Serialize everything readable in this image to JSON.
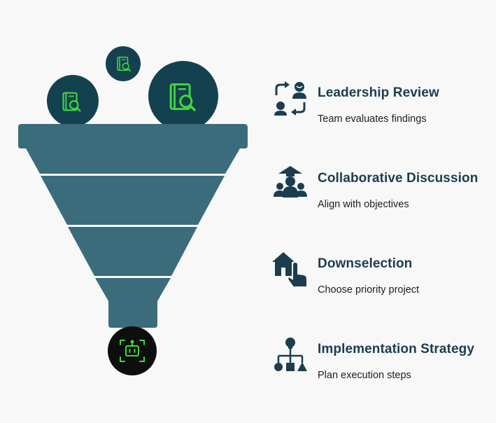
{
  "colors": {
    "funnel": "#3b6c7c",
    "circle": "#14414f",
    "icon_green": "#3ed93e",
    "dark_circle": "#0e0e0e",
    "text_dark": "#1b3d4f"
  },
  "top_icons": [
    "book-search-icon",
    "book-search-icon",
    "book-search-icon"
  ],
  "bottom_icon": "robot-icon",
  "steps": [
    {
      "title": "Leadership Review",
      "description": "Team evaluates findings",
      "icon": "people-exchange-icon"
    },
    {
      "title": "Collaborative Discussion",
      "description": "Align with objectives",
      "icon": "group-leader-icon"
    },
    {
      "title": "Downselection",
      "description": "Choose priority project",
      "icon": "home-tap-icon"
    },
    {
      "title": "Implementation Strategy",
      "description": "Plan execution steps",
      "icon": "flowchart-icon"
    }
  ]
}
